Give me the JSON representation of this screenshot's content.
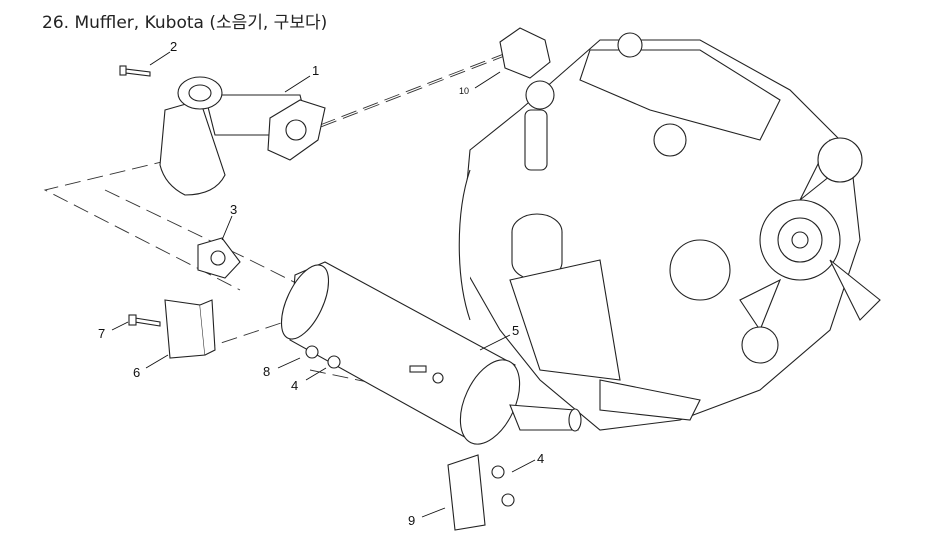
{
  "title": "26. Muffler, Kubota (소음기, 구보다)",
  "callouts": {
    "c1": "1",
    "c2": "2",
    "c3": "3",
    "c4a": "4",
    "c4b": "4",
    "c5": "5",
    "c6": "6",
    "c7": "7",
    "c8": "8",
    "c9": "9",
    "c10": "10"
  }
}
